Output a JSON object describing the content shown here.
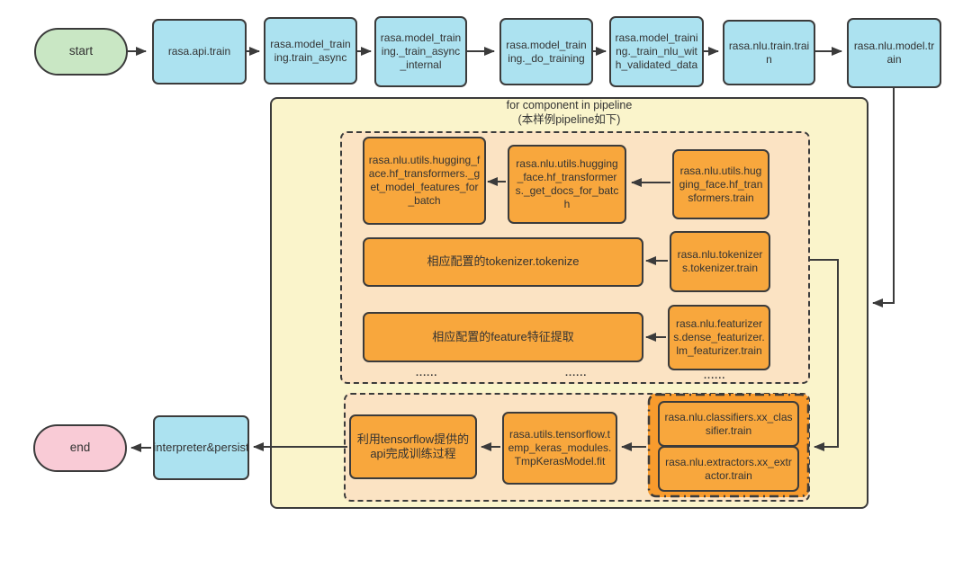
{
  "diagram": {
    "loop_title": {
      "line1": "for component in pipeline",
      "line2": "(本样例pipeline如下)"
    },
    "ellipsis": "......",
    "nodes": {
      "start": "start",
      "api_train": "rasa.api.train",
      "train_async": "rasa.model_training.train_async",
      "train_async_internal": "rasa.model_training._train_async_internal",
      "do_training": "rasa.model_training._do_training",
      "train_nlu_with_validated_data": "rasa.model_training._train_nlu_with_validated_data",
      "nlu_train": "rasa.nlu.train.train",
      "nlu_model_train": "rasa.nlu.model.train",
      "hf_get_model_features": "rasa.nlu.utils.hugging_face.hf_transformers._get_model_features_for_batch",
      "hf_get_docs": "rasa.nlu.utils.hugging_face.hf_transformers._get_docs_for_batch",
      "hf_train": "rasa.nlu.utils.hugging_face.hf_transformers.train",
      "tokenize": "相应配置的tokenizer.tokenize",
      "tokenizer_train": "rasa.nlu.tokenizers.tokenizer.train",
      "featurize": "相应配置的feature特征提取",
      "featurizer_train": "rasa.nlu.featurizers.dense_featurizer.lm_featurizer.train",
      "tf_api": "利用tensorflow提供的api完成训练过程",
      "tmp_keras": "rasa.utils.tensorflow.temp_keras_modules.TmpKerasModel.fit",
      "classifier_train": "rasa.nlu.classifiers.xx_classifier.train",
      "extractor_train": "rasa.nlu.extractors.xx_extractor.train",
      "interpreter_persist": "interpreter&persist",
      "end": "end"
    },
    "colors": {
      "node_cyan": "#ace2f0",
      "node_green": "#c9e7c4",
      "node_pink": "#f9cbd6",
      "container_yellow": "#faf4cb",
      "container_peach": "#fbe3c3",
      "node_orange": "#f8a73d",
      "group_orange": "#f89b2d",
      "border": "#3b3b3b"
    }
  }
}
